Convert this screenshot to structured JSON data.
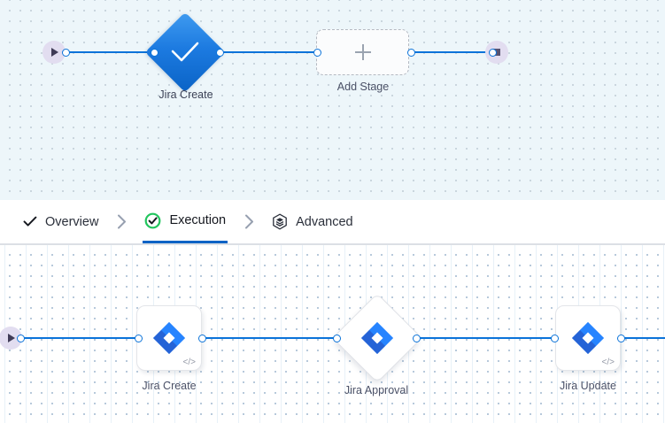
{
  "theme": {
    "accent_blue": "#0b73d9",
    "active_tab_underline": "#0b63c5",
    "jira_blue": "#2684ff",
    "jira_blue_dark": "#1c5ed6",
    "terminator_fill": "#e2ddf0",
    "top_canvas_bg": "#edf6fa",
    "bottom_canvas_bg": "#ffffff",
    "node_label_color": "#4b5167",
    "success_green": "#22c55e"
  },
  "top_canvas": {
    "name": "pipeline-overview-canvas",
    "start_node": {
      "icon": "play-icon",
      "label": ""
    },
    "end_node": {
      "icon": "stop-icon",
      "label": ""
    },
    "nodes": [
      {
        "id": "jira-create-stage",
        "label": "Jira Create",
        "icon": "check-icon",
        "shape": "diamond"
      },
      {
        "id": "add-stage",
        "label": "Add Stage",
        "icon": "plus-icon",
        "shape": "dashed-rect"
      }
    ]
  },
  "tabs": {
    "name": "pipeline-step-tabs",
    "items": [
      {
        "id": "overview",
        "label": "Overview",
        "icon": "check-icon",
        "active": false
      },
      {
        "id": "execution",
        "label": "Execution",
        "icon": "check-circle-icon",
        "active": true
      },
      {
        "id": "advanced",
        "label": "Advanced",
        "icon": "hexagon-layers-icon",
        "active": false
      }
    ],
    "separator": "chevron-right-icon"
  },
  "bottom_canvas": {
    "name": "execution-steps-canvas",
    "start_node": {
      "icon": "play-icon"
    },
    "nodes": [
      {
        "id": "jira-create",
        "label": "Jira Create",
        "icon": "jira-icon",
        "shape": "rounded-square",
        "badge": "</>"
      },
      {
        "id": "jira-approval",
        "label": "Jira Approval",
        "icon": "jira-icon",
        "shape": "diamond",
        "badge": ""
      },
      {
        "id": "jira-update",
        "label": "Jira Update",
        "icon": "jira-icon",
        "shape": "rounded-square",
        "badge": "</>"
      }
    ]
  }
}
